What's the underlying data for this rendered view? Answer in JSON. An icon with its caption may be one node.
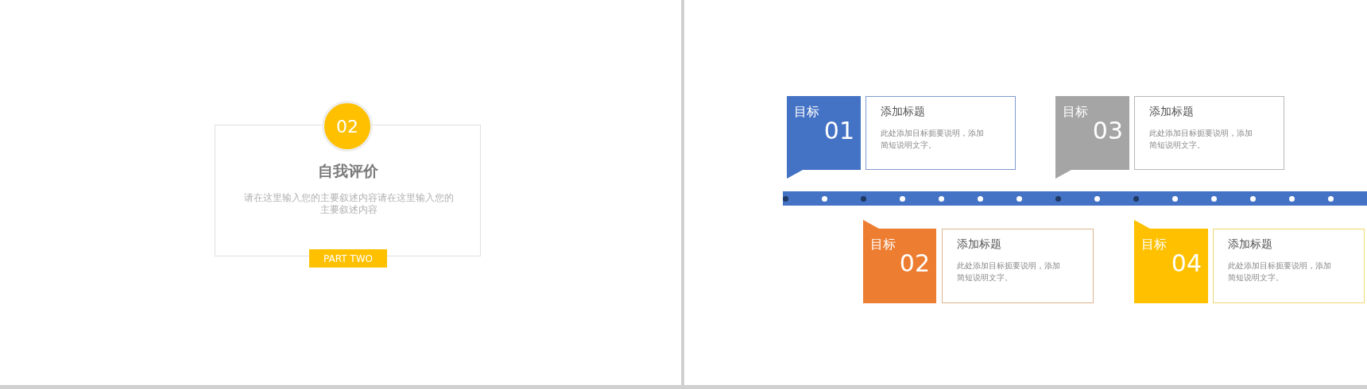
{
  "diagram": {
    "nodes": [
      {
        "text": [
          "自我评价",
          "请在这里输入您的主要叙述内容请在这里输入您的主要叙述内容"
        ]
      },
      {
        "text": [
          "02"
        ]
      },
      {
        "text": [
          "PART TWO"
        ]
      },
      {
        "text": [
          "目标",
          "01"
        ]
      },
      {
        "text": [
          "添加标题",
          "此处添加目标扼要说明，添加简短说明文字。"
        ]
      },
      {
        "text": [
          "目标",
          "03"
        ]
      },
      {
        "text": [
          "添加标题",
          "此处添加目标扼要说明，添加简短说明文字。"
        ]
      },
      {
        "text": [
          "目标",
          "02"
        ]
      },
      {
        "text": [
          "添加标题",
          "此处添加目标扼要说明，添加简短说明文字。"
        ]
      },
      {
        "text": [
          "目标",
          "04"
        ]
      },
      {
        "text": [
          "添加标题",
          "此处添加目标扼要说明，添加简短说明文字。"
        ]
      }
    ],
    "edges": []
  }
}
